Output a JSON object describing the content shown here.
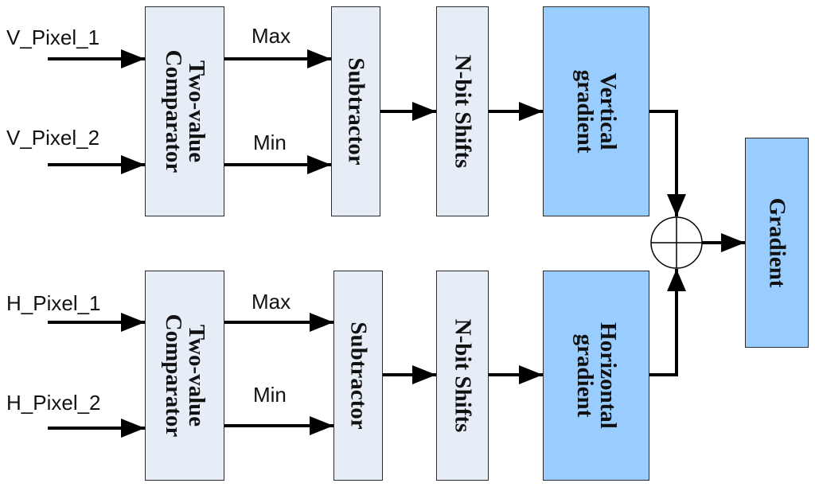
{
  "inputs": {
    "v1": "V_Pixel_1",
    "v2": "V_Pixel_2",
    "h1": "H_Pixel_1",
    "h2": "H_Pixel_2"
  },
  "signals": {
    "max_top": "Max",
    "min_top": "Min",
    "max_bottom": "Max",
    "min_bottom": "Min"
  },
  "blocks": {
    "comparator_top": "Two-value\nComparator",
    "comparator_bottom": "Two-value\nComparator",
    "subtractor_top": "Subtractor",
    "subtractor_bottom": "Subtractor",
    "shifts_top": "N-bit Shifts",
    "shifts_bottom": "N-bit Shifts",
    "vertical": "Vertical\ngradient",
    "horizontal": "Horizontal\ngradient",
    "gradient": "Gradient"
  },
  "colors": {
    "light_block": "#e6edf7",
    "blue_block": "#99ccff",
    "line": "#000000"
  }
}
